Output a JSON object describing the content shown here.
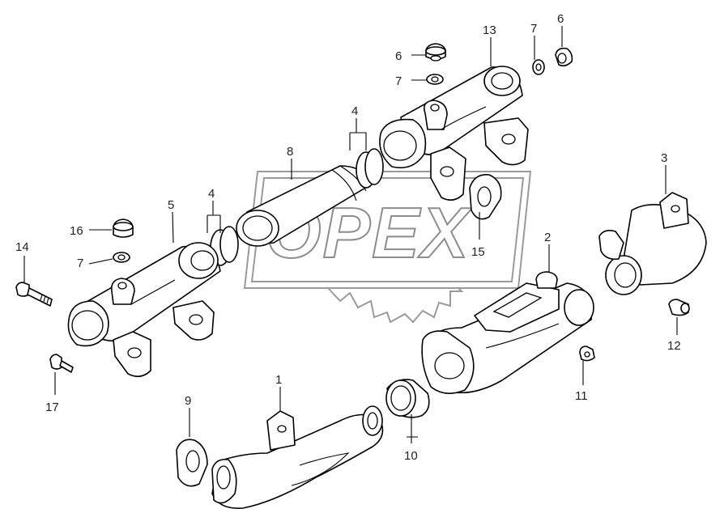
{
  "watermark": {
    "text": "OPEX",
    "color": "#9a9a9a"
  },
  "callouts": [
    {
      "id": "c1",
      "text": "1"
    },
    {
      "id": "c2",
      "text": "2"
    },
    {
      "id": "c3",
      "text": "3"
    },
    {
      "id": "c4a",
      "text": "4"
    },
    {
      "id": "c4b",
      "text": "4"
    },
    {
      "id": "c5",
      "text": "5"
    },
    {
      "id": "c6a",
      "text": "6"
    },
    {
      "id": "c6b",
      "text": "6"
    },
    {
      "id": "c7a",
      "text": "7"
    },
    {
      "id": "c7b",
      "text": "7"
    },
    {
      "id": "c7c",
      "text": "7"
    },
    {
      "id": "c8",
      "text": "8"
    },
    {
      "id": "c9",
      "text": "9"
    },
    {
      "id": "c10",
      "text": "10"
    },
    {
      "id": "c11",
      "text": "11"
    },
    {
      "id": "c12",
      "text": "12"
    },
    {
      "id": "c13",
      "text": "13"
    },
    {
      "id": "c14",
      "text": "14"
    },
    {
      "id": "c15",
      "text": "15"
    },
    {
      "id": "c16",
      "text": "16"
    },
    {
      "id": "c17",
      "text": "17"
    }
  ]
}
